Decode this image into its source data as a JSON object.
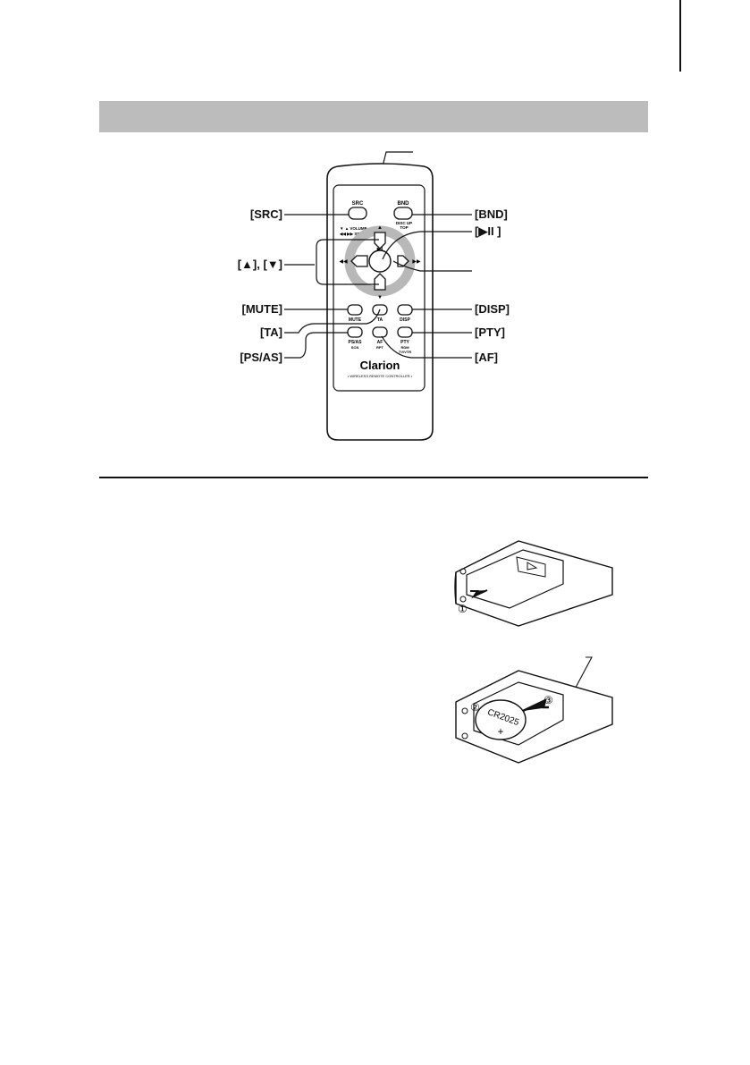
{
  "remote": {
    "brand": "Clarion",
    "model_text": "• WIRELESS REMOTE CONTROLLER •",
    "keys": {
      "src": "SRC",
      "bnd": "BND",
      "bnd_sub1": "DISC UP",
      "bnd_sub2": "TOP",
      "volume": "▼ ▲ VOLUME",
      "search": "◀◀ ▶▶ SEARCH",
      "play_pause": "▶II",
      "mute": "MUTE",
      "ta": "TA",
      "disp": "DISP",
      "psas": "PS/AS",
      "psas_sub": "SCN",
      "af": "AF",
      "af_sub": "RPT",
      "pty": "PTY",
      "pty_sub1": "RDM",
      "pty_sub2": "TV/VTR"
    }
  },
  "callouts": {
    "src": "[SRC]",
    "bnd": "[BND]",
    "play_pause": "[▶II ]",
    "up_down": "[▲], [▼]",
    "mute": "[MUTE]",
    "disp": "[DISP]",
    "ta": "[TA]",
    "pty": "[PTY]",
    "psas": "[PS/AS]",
    "af": "[AF]"
  },
  "battery": {
    "step1": "①",
    "step2": "②",
    "step3": "③",
    "cell": "CR2025",
    "cell_sign": "+"
  },
  "colors": {
    "header_bar": "#bcbcbc",
    "pad_ring": "#b8b8b8",
    "ink": "#111111"
  }
}
